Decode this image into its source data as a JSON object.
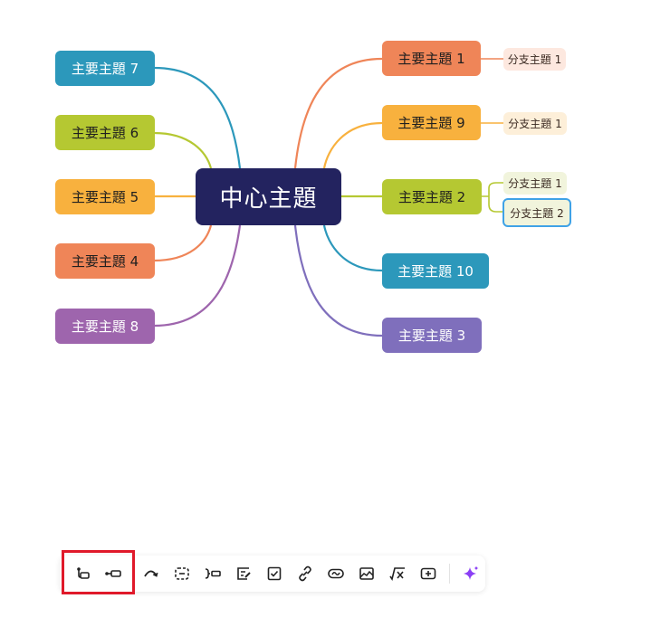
{
  "mindmap": {
    "root": {
      "label": "中心主題",
      "color": "#23235f"
    },
    "left_topics": [
      {
        "id": "t7",
        "label": "主要主題 7",
        "color": "#2c98bb",
        "text_color": "#ffffff"
      },
      {
        "id": "t6",
        "label": "主要主題 6",
        "color": "#b5c832",
        "text_color": "#1f1f1f"
      },
      {
        "id": "t5",
        "label": "主要主題 5",
        "color": "#f8b13e",
        "text_color": "#1f1f1f"
      },
      {
        "id": "t4",
        "label": "主要主題 4",
        "color": "#ef8558",
        "text_color": "#1f1f1f"
      },
      {
        "id": "t8",
        "label": "主要主題 8",
        "color": "#9e65ad",
        "text_color": "#ffffff"
      }
    ],
    "right_topics": [
      {
        "id": "t1",
        "label": "主要主題 1",
        "color": "#ef8558",
        "text_color": "#1f1f1f",
        "subtopics": [
          {
            "label": "分支主題 1",
            "bg": "#fde8df",
            "selected": false
          }
        ]
      },
      {
        "id": "t9",
        "label": "主要主題 9",
        "color": "#f8b13e",
        "text_color": "#1f1f1f",
        "subtopics": [
          {
            "label": "分支主題 1",
            "bg": "#fdefd9",
            "selected": false
          }
        ]
      },
      {
        "id": "t2",
        "label": "主要主題 2",
        "color": "#b5c832",
        "text_color": "#1f1f1f",
        "subtopics": [
          {
            "label": "分支主題 1",
            "bg": "#f1f4dc",
            "selected": false
          },
          {
            "label": "分支主題 2",
            "bg": "#f1f4dc",
            "selected": true
          }
        ]
      },
      {
        "id": "t10",
        "label": "主要主題 10",
        "color": "#2c98bb",
        "text_color": "#ffffff",
        "subtopics": []
      },
      {
        "id": "t3",
        "label": "主要主題 3",
        "color": "#7f6fbc",
        "text_color": "#ffffff",
        "subtopics": []
      }
    ]
  },
  "toolbar": {
    "items": [
      {
        "icon": "insert-parent-topic-icon",
        "tooltip": ""
      },
      {
        "icon": "insert-floating-topic-icon",
        "tooltip": ""
      },
      {
        "icon": "relationship-icon",
        "tooltip": ""
      },
      {
        "icon": "boundary-icon",
        "tooltip": ""
      },
      {
        "icon": "summary-icon",
        "tooltip": ""
      },
      {
        "icon": "note-icon",
        "tooltip": ""
      },
      {
        "icon": "task-checkbox-icon",
        "tooltip": ""
      },
      {
        "icon": "hyperlink-icon",
        "tooltip": ""
      },
      {
        "icon": "topic-link-icon",
        "tooltip": ""
      },
      {
        "icon": "image-icon",
        "tooltip": ""
      },
      {
        "icon": "equation-icon",
        "tooltip": ""
      },
      {
        "icon": "insert-topic-icon",
        "tooltip": ""
      },
      {
        "icon": "ai-sparkle-icon",
        "tooltip": ""
      }
    ],
    "accent_color": "#8b3ff5",
    "highlight_color": "#e0192a"
  }
}
